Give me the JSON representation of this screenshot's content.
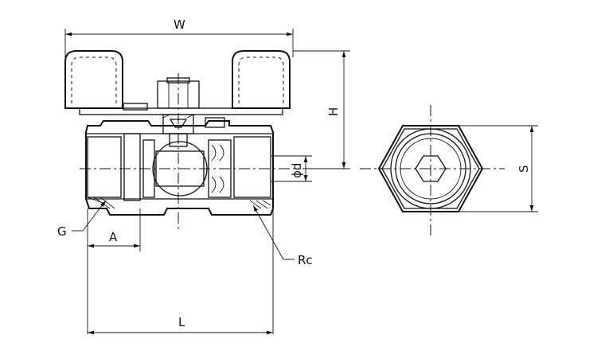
{
  "drawing": {
    "labels": {
      "width": "W",
      "height": "H",
      "bore": "ϕd",
      "hex_size": "S",
      "thread_g": "G",
      "thread_rc": "Rc",
      "dim_a": "A",
      "length": "L"
    }
  }
}
